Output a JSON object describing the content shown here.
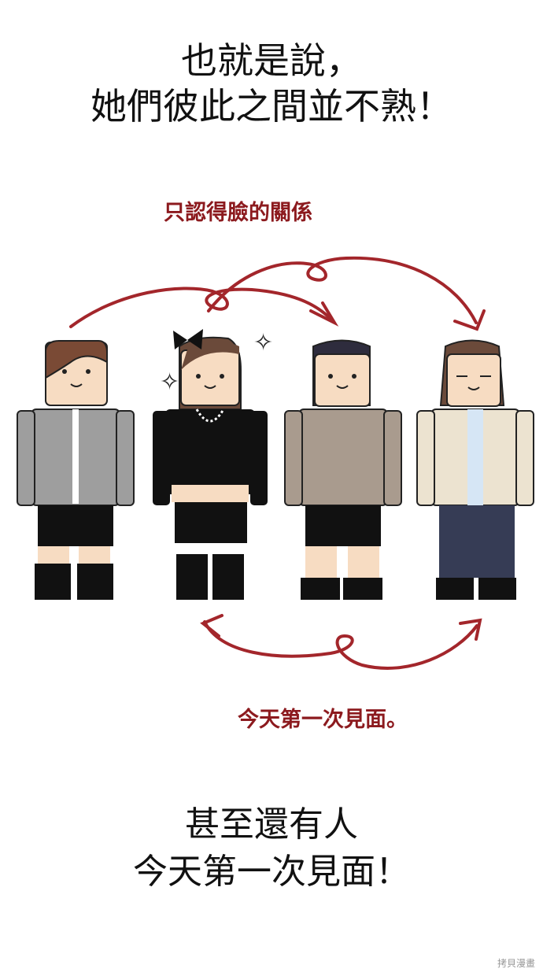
{
  "panel": {
    "caption_top": [
      "也就是說，",
      "她們彼此之間並不熟！"
    ],
    "label_acquaintance": "只認得臉的關係",
    "label_first_meeting": "今天第一次見面。",
    "caption_bottom": [
      "甚至還有人",
      "今天第一次見面！"
    ],
    "watermark": "拷貝漫畫"
  },
  "colors": {
    "accent_red": "#8c1a1e",
    "skin": "#f7dcc2",
    "text": "#111111"
  }
}
